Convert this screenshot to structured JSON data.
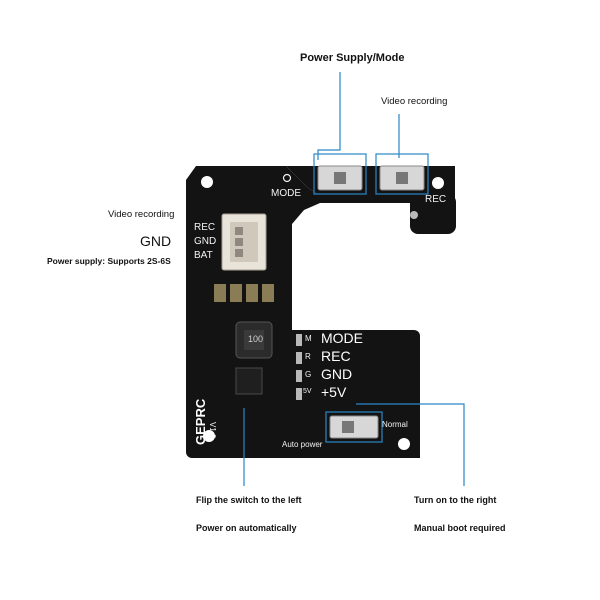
{
  "callouts": {
    "power_supply_mode": "Power Supply/Mode",
    "video_recording_top": "Video recording",
    "video_recording_left": "Video recording",
    "gnd_left": "GND",
    "power_supply_supports": "Power supply: Supports 2S-6S",
    "flip_switch_left": "Flip the switch to the left",
    "power_on_auto": "Power on automatically",
    "turn_on_right": "Turn on to the right",
    "manual_boot": "Manual boot required"
  },
  "board": {
    "mode": "MODE",
    "rec_top": "REC",
    "conn_rec": "REC",
    "conn_gnd": "GND",
    "conn_bat": "BAT",
    "pin_mode": "MODE",
    "pin_rec": "REC",
    "pin_gnd": "GND",
    "pin_5v": "+5V",
    "pin_m": "M",
    "pin_r": "R",
    "pin_g": "G",
    "pin_5": "5V",
    "inductor": "100",
    "brand": "GEPRC",
    "version": "V1.0",
    "normal": "Normal",
    "auto_power": "Auto power"
  },
  "colors": {
    "board": "#131313",
    "callout_line": "#2a86c6",
    "switch_housing": "#d7d7d7",
    "pad": "#b9b9b9"
  }
}
